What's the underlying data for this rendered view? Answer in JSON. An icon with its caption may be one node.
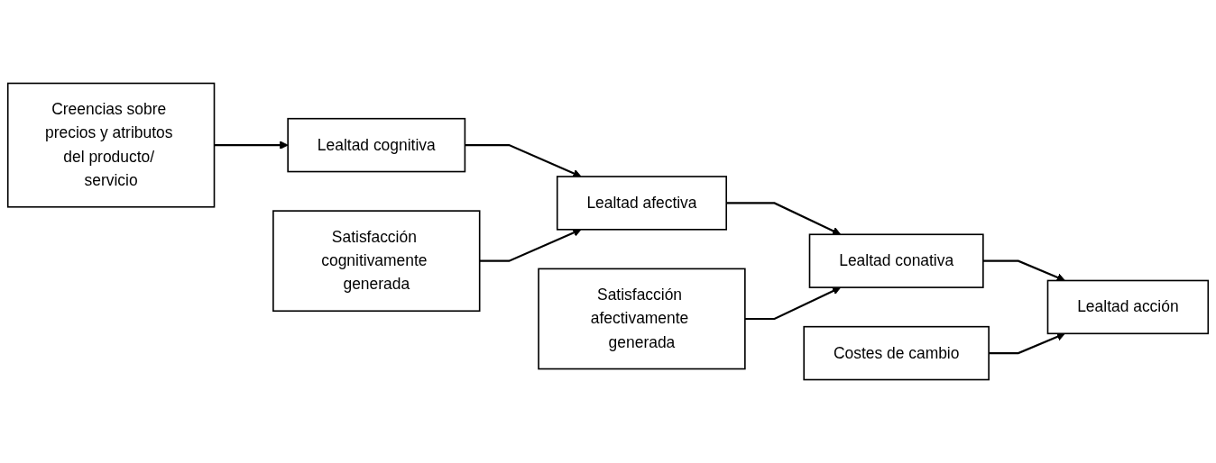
{
  "diagram": {
    "nodes": [
      {
        "text": [
          "Satisfacción cognitivamente generada"
        ]
      },
      {
        "text": [
          "Satisfacción afectivamente generada"
        ]
      },
      {
        "text": [
          "Creencias sobre precios y atributos del producto/ servicio"
        ]
      },
      {
        "text": [
          "Lealtad cognitiva"
        ]
      },
      {
        "text": [
          "Lealtad afectiva"
        ]
      },
      {
        "text": [
          "Lealtad conativa"
        ]
      },
      {
        "text": [
          "Lealtad acción"
        ]
      },
      {
        "text": [
          "Costes de cambio"
        ]
      }
    ],
    "edges": [
      {
        "from": 2,
        "to": 3,
        "arrow": "to"
      },
      {
        "from": 3,
        "to": 4,
        "arrow": "to"
      },
      {
        "from": 0,
        "to": 4,
        "arrow": "to"
      },
      {
        "from": 4,
        "to": 5,
        "arrow": "to"
      },
      {
        "from": 1,
        "to": 5,
        "arrow": "to"
      },
      {
        "from": 5,
        "to": 6,
        "arrow": "to"
      },
      {
        "from": 7,
        "to": 6,
        "arrow": "to"
      }
    ]
  }
}
